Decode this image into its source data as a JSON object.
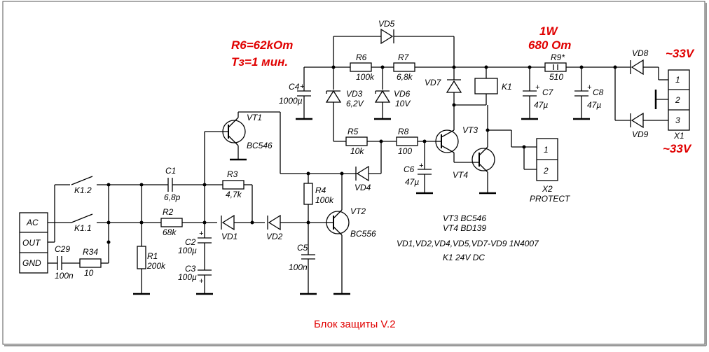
{
  "title": "Блок защиты V.2",
  "annotations": {
    "r6_note": "R6=62kOm",
    "tz_note": "Tз=1 мин.",
    "power_note": "1W",
    "ohm_note": "680 Om",
    "v_top": "~33V",
    "v_bottom": "~33V"
  },
  "connector_left": {
    "pins": [
      "AC",
      "OUT",
      "GND"
    ]
  },
  "connector_x1": {
    "name": "X1",
    "pins": [
      "1",
      "2",
      "3"
    ]
  },
  "connector_x2": {
    "name": "X2",
    "pins": [
      "1",
      "2"
    ],
    "caption": "PROTECT"
  },
  "components": {
    "k12": "K1.2",
    "k11": "K1.1",
    "c1": "C1",
    "c1_val": "6,8p",
    "r2": "R2",
    "r2_val": "68k",
    "r1": "R1",
    "r1_val": "200k",
    "c2": "C2",
    "c2_val": "100µ",
    "c3": "C3",
    "c3_val": "100µ",
    "r3": "R3",
    "r3_val": "4,7k",
    "vd1": "VD1",
    "vd2": "VD2",
    "c29": "C29",
    "c29_val": "100n",
    "r34": "R34",
    "r34_val": "10",
    "vt1": "VT1",
    "vt1_type": "BC546",
    "r4": "R4",
    "r4_val": "100k",
    "c5": "C5",
    "c5_val": "100n",
    "vt2": "VT2",
    "vt2_type": "BC556",
    "vd4": "VD4",
    "c4": "C4",
    "c4_val": "1000µ",
    "vd3": "VD3",
    "vd3_val": "6,2V",
    "vd6": "VD6",
    "vd6_val": "10V",
    "r6": "R6",
    "r6_val": "100k",
    "r7": "R7",
    "r7_val": "6,8k",
    "r5": "R5",
    "r5_val": "10k",
    "r8": "R8",
    "r8_val": "100",
    "vd5": "VD5",
    "vd7": "VD7",
    "c6": "C6",
    "c6_val": "47µ",
    "vt3": "VT3",
    "vt4": "VT4",
    "k1": "K1",
    "c7": "C7",
    "c7_val": "47µ",
    "c8": "C8",
    "c8_val": "47µ",
    "r9": "R9*",
    "r9_val": "510",
    "vd8": "VD8",
    "vd9": "VD9"
  },
  "notes": {
    "vt3": "VT3  BC546",
    "vt4": "VT4  BD139",
    "diodes": "VD1,VD2,VD4,VD5,VD7-VD9 1N4007",
    "relay": "K1 24V DC"
  }
}
